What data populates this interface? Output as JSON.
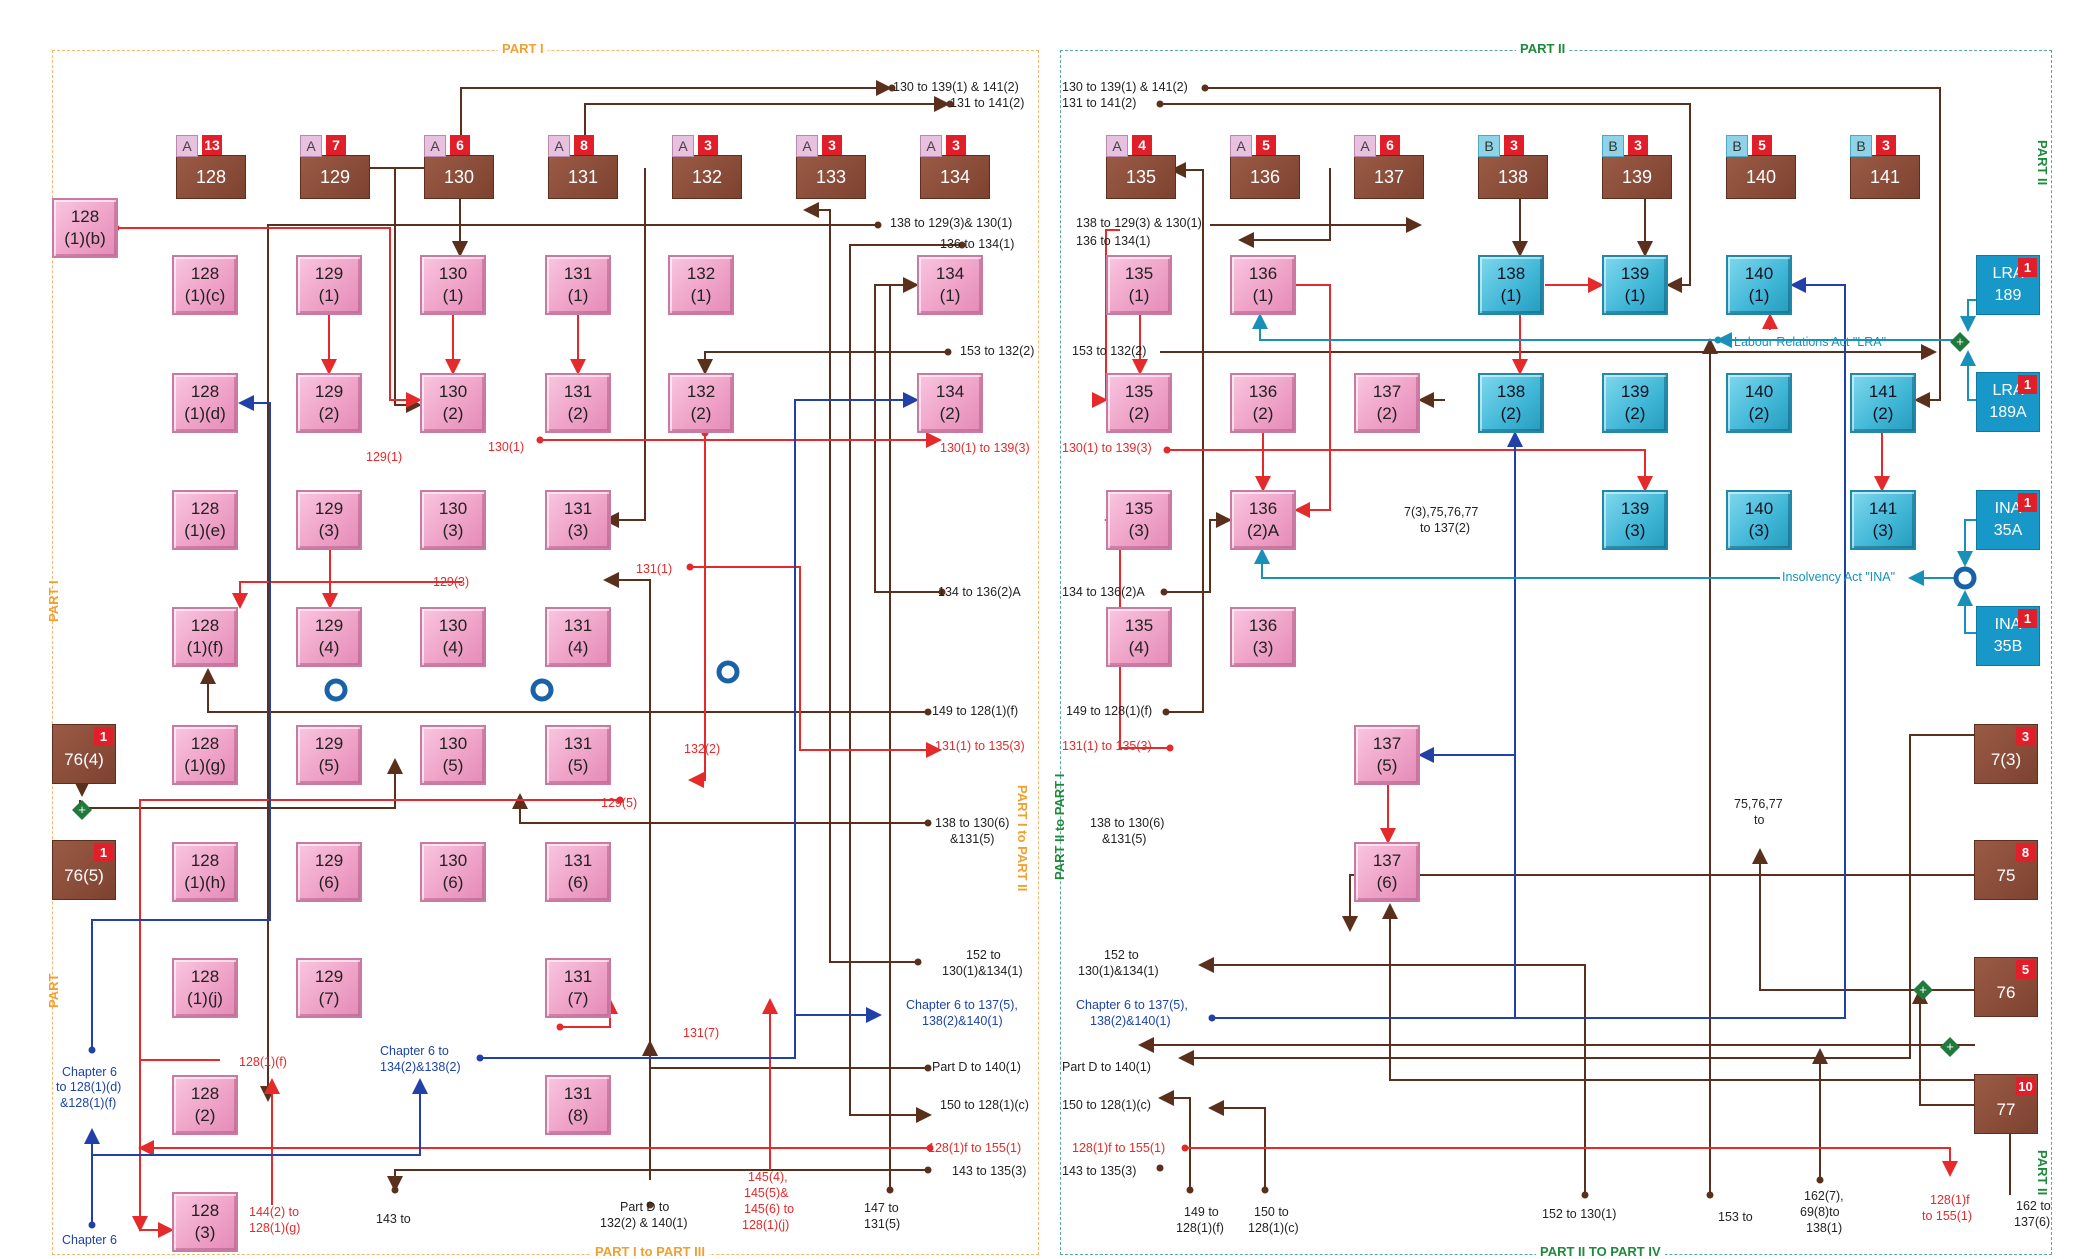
{
  "parts": {
    "part1": "PART I",
    "part2": "PART II",
    "part1_to_part3": "PART I to PART III",
    "part2_to_part4": "PART II TO PART IV",
    "part1_side": "PART I",
    "part_side": "PART",
    "part2_side_top": "PART II",
    "part2_side_bottom": "PART II",
    "part1_to_part2": "PART I to PART II",
    "part2_to_part1": "PART II to PART I"
  },
  "headers": [
    {
      "id": "h128",
      "label": "128",
      "tag": "A",
      "count": "13"
    },
    {
      "id": "h129",
      "label": "129",
      "tag": "A",
      "count": "7"
    },
    {
      "id": "h130",
      "label": "130",
      "tag": "A",
      "count": "6"
    },
    {
      "id": "h131",
      "label": "131",
      "tag": "A",
      "count": "8"
    },
    {
      "id": "h132",
      "label": "132",
      "tag": "A",
      "count": "3"
    },
    {
      "id": "h133",
      "label": "133",
      "tag": "A",
      "count": "3"
    },
    {
      "id": "h134",
      "label": "134",
      "tag": "A",
      "count": "3"
    },
    {
      "id": "h135",
      "label": "135",
      "tag": "A",
      "count": "4"
    },
    {
      "id": "h136",
      "label": "136",
      "tag": "A",
      "count": "5"
    },
    {
      "id": "h137",
      "label": "137",
      "tag": "A",
      "count": "6"
    },
    {
      "id": "h138",
      "label": "138",
      "tag": "B",
      "count": "3"
    },
    {
      "id": "h139",
      "label": "139",
      "tag": "B",
      "count": "3"
    },
    {
      "id": "h140",
      "label": "140",
      "tag": "B",
      "count": "5"
    },
    {
      "id": "h141",
      "label": "141",
      "tag": "B",
      "count": "3"
    }
  ],
  "nodes": [
    {
      "id": "n128_1b",
      "l1": "128",
      "l2": "(1)(b)"
    },
    {
      "id": "n128_1c",
      "l1": "128",
      "l2": "(1)(c)"
    },
    {
      "id": "n128_1d",
      "l1": "128",
      "l2": "(1)(d)"
    },
    {
      "id": "n128_1e",
      "l1": "128",
      "l2": "(1)(e)"
    },
    {
      "id": "n128_1f",
      "l1": "128",
      "l2": "(1)(f)"
    },
    {
      "id": "n128_1g",
      "l1": "128",
      "l2": "(1)(g)"
    },
    {
      "id": "n128_1h",
      "l1": "128",
      "l2": "(1)(h)"
    },
    {
      "id": "n128_1j",
      "l1": "128",
      "l2": "(1)(j)"
    },
    {
      "id": "n128_2",
      "l1": "128",
      "l2": "(2)"
    },
    {
      "id": "n128_3",
      "l1": "128",
      "l2": "(3)"
    },
    {
      "id": "n129_1",
      "l1": "129",
      "l2": "(1)"
    },
    {
      "id": "n129_2",
      "l1": "129",
      "l2": "(2)"
    },
    {
      "id": "n129_3",
      "l1": "129",
      "l2": "(3)"
    },
    {
      "id": "n129_4",
      "l1": "129",
      "l2": "(4)"
    },
    {
      "id": "n129_5",
      "l1": "129",
      "l2": "(5)"
    },
    {
      "id": "n129_6",
      "l1": "129",
      "l2": "(6)"
    },
    {
      "id": "n129_7",
      "l1": "129",
      "l2": "(7)"
    },
    {
      "id": "n130_1",
      "l1": "130",
      "l2": "(1)"
    },
    {
      "id": "n130_2",
      "l1": "130",
      "l2": "(2)"
    },
    {
      "id": "n130_3",
      "l1": "130",
      "l2": "(3)"
    },
    {
      "id": "n130_4",
      "l1": "130",
      "l2": "(4)"
    },
    {
      "id": "n130_5",
      "l1": "130",
      "l2": "(5)"
    },
    {
      "id": "n130_6",
      "l1": "130",
      "l2": "(6)"
    },
    {
      "id": "n131_1",
      "l1": "131",
      "l2": "(1)"
    },
    {
      "id": "n131_2",
      "l1": "131",
      "l2": "(2)"
    },
    {
      "id": "n131_3",
      "l1": "131",
      "l2": "(3)"
    },
    {
      "id": "n131_4",
      "l1": "131",
      "l2": "(4)"
    },
    {
      "id": "n131_5",
      "l1": "131",
      "l2": "(5)"
    },
    {
      "id": "n131_6",
      "l1": "131",
      "l2": "(6)"
    },
    {
      "id": "n131_7",
      "l1": "131",
      "l2": "(7)"
    },
    {
      "id": "n131_8",
      "l1": "131",
      "l2": "(8)"
    },
    {
      "id": "n132_1",
      "l1": "132",
      "l2": "(1)"
    },
    {
      "id": "n132_2",
      "l1": "132",
      "l2": "(2)"
    },
    {
      "id": "n134_1",
      "l1": "134",
      "l2": "(1)"
    },
    {
      "id": "n134_2",
      "l1": "134",
      "l2": "(2)"
    },
    {
      "id": "n135_1",
      "l1": "135",
      "l2": "(1)"
    },
    {
      "id": "n135_2",
      "l1": "135",
      "l2": "(2)"
    },
    {
      "id": "n135_3",
      "l1": "135",
      "l2": "(3)"
    },
    {
      "id": "n135_4",
      "l1": "135",
      "l2": "(4)"
    },
    {
      "id": "n136_1",
      "l1": "136",
      "l2": "(1)"
    },
    {
      "id": "n136_2",
      "l1": "136",
      "l2": "(2)"
    },
    {
      "id": "n136_2A",
      "l1": "136",
      "l2": "(2)A"
    },
    {
      "id": "n136_3",
      "l1": "136",
      "l2": "(3)"
    },
    {
      "id": "n137_2",
      "l1": "137",
      "l2": "(2)"
    },
    {
      "id": "n137_5",
      "l1": "137",
      "l2": "(5)"
    },
    {
      "id": "n137_6",
      "l1": "137",
      "l2": "(6)"
    },
    {
      "id": "n138_1",
      "l1": "138",
      "l2": "(1)"
    },
    {
      "id": "n138_2",
      "l1": "138",
      "l2": "(2)"
    },
    {
      "id": "n139_1",
      "l1": "139",
      "l2": "(1)"
    },
    {
      "id": "n139_2",
      "l1": "139",
      "l2": "(2)"
    },
    {
      "id": "n139_3",
      "l1": "139",
      "l2": "(3)"
    },
    {
      "id": "n140_1",
      "l1": "140",
      "l2": "(1)"
    },
    {
      "id": "n140_2",
      "l1": "140",
      "l2": "(2)"
    },
    {
      "id": "n140_3",
      "l1": "140",
      "l2": "(3)"
    },
    {
      "id": "n141_2",
      "l1": "141",
      "l2": "(2)"
    },
    {
      "id": "n141_3",
      "l1": "141",
      "l2": "(3)"
    }
  ],
  "external": [
    {
      "id": "x76_4",
      "label": "76(4)",
      "count": "1"
    },
    {
      "id": "x76_5",
      "label": "76(5)",
      "count": "1"
    },
    {
      "id": "xLRA189",
      "l1": "LRA",
      "l2": "189",
      "count": "1"
    },
    {
      "id": "xLRA189A",
      "l1": "LRA",
      "l2": "189A",
      "count": "1"
    },
    {
      "id": "xINA35A",
      "l1": "INA",
      "l2": "35A",
      "count": "1"
    },
    {
      "id": "xINA35B",
      "l1": "INA",
      "l2": "35B",
      "count": "1"
    },
    {
      "id": "x7_3",
      "label": "7(3)",
      "count": "3"
    },
    {
      "id": "x75",
      "label": "75",
      "count": "8"
    },
    {
      "id": "x76",
      "label": "76",
      "count": "5"
    },
    {
      "id": "x77",
      "label": "77",
      "count": "10"
    }
  ],
  "notes": [
    {
      "id": "t01",
      "text": "130 to 139(1) & 141(2)",
      "color": "dark"
    },
    {
      "id": "t02",
      "text": "131 to 141(2)",
      "color": "dark"
    },
    {
      "id": "t03",
      "text": "138 to 129(3)& 130(1)",
      "color": "dark"
    },
    {
      "id": "t04",
      "text": "136 to 134(1)",
      "color": "dark"
    },
    {
      "id": "t05",
      "text": "153 to 132(2)",
      "color": "dark"
    },
    {
      "id": "t06",
      "text": "130(1) to 139(3)",
      "color": "red"
    },
    {
      "id": "t07",
      "text": "134 to 136(2)A",
      "color": "dark"
    },
    {
      "id": "t08",
      "text": "149 to 128(1)(f)",
      "color": "dark"
    },
    {
      "id": "t09",
      "text": "131(1) to 135(3)",
      "color": "red"
    },
    {
      "id": "t10",
      "text": "138 to 130(6)",
      "color": "dark"
    },
    {
      "id": "t10b",
      "text": "&131(5)",
      "color": "dark"
    },
    {
      "id": "t11",
      "text": "152 to",
      "color": "dark"
    },
    {
      "id": "t11b",
      "text": "130(1)&134(1)",
      "color": "dark"
    },
    {
      "id": "t12",
      "text": "Chapter 6 to 137(5),",
      "color": "blue"
    },
    {
      "id": "t12b",
      "text": "138(2)&140(1)",
      "color": "blue"
    },
    {
      "id": "t13",
      "text": "Part D to 140(1)",
      "color": "dark"
    },
    {
      "id": "t14",
      "text": "150 to 128(1)(c)",
      "color": "dark"
    },
    {
      "id": "t15",
      "text": "128(1)f to 155(1)",
      "color": "red"
    },
    {
      "id": "t16",
      "text": "143 to 135(3)",
      "color": "dark"
    },
    {
      "id": "t17",
      "text": "129(1)",
      "color": "red"
    },
    {
      "id": "t18",
      "text": "130(1)",
      "color": "red"
    },
    {
      "id": "t19",
      "text": "129(3)",
      "color": "red"
    },
    {
      "id": "t20",
      "text": "131(1)",
      "color": "red"
    },
    {
      "id": "t21",
      "text": "132(2)",
      "color": "red"
    },
    {
      "id": "t22",
      "text": "129(5)",
      "color": "red"
    },
    {
      "id": "t23",
      "text": "131(7)",
      "color": "red"
    },
    {
      "id": "t24",
      "text": "128(1)(f)",
      "color": "red"
    },
    {
      "id": "t25",
      "text": "Chapter 6  to",
      "color": "blue"
    },
    {
      "id": "t25b",
      "text": "134(2)&138(2)",
      "color": "blue"
    },
    {
      "id": "t26",
      "text": "Chapter 6",
      "color": "blue"
    },
    {
      "id": "t26b",
      "text": "to 128(1)(d)",
      "color": "blue"
    },
    {
      "id": "t26c",
      "text": "&128(1)(f)",
      "color": "blue"
    },
    {
      "id": "t27",
      "text": "Chapter 6",
      "color": "blue"
    },
    {
      "id": "t28",
      "text": "144(2) to",
      "color": "red"
    },
    {
      "id": "t28b",
      "text": "128(1)(g)",
      "color": "red"
    },
    {
      "id": "t29",
      "text": "143 to",
      "color": "dark"
    },
    {
      "id": "t30",
      "text": "Part D to",
      "color": "dark"
    },
    {
      "id": "t30b",
      "text": "132(2) & 140(1)",
      "color": "dark"
    },
    {
      "id": "t31",
      "text": "145(4),",
      "color": "red"
    },
    {
      "id": "t31b",
      "text": "145(5)&",
      "color": "red"
    },
    {
      "id": "t31c",
      "text": "145(6) to",
      "color": "red"
    },
    {
      "id": "t31d",
      "text": "128(1)(j)",
      "color": "red"
    },
    {
      "id": "t32",
      "text": "147 to",
      "color": "dark"
    },
    {
      "id": "t32b",
      "text": "131(5)",
      "color": "dark"
    },
    {
      "id": "r01",
      "text": "130 to 139(1) & 141(2)",
      "color": "dark"
    },
    {
      "id": "r02",
      "text": "131 to 141(2)",
      "color": "dark"
    },
    {
      "id": "r03",
      "text": "138 to 129(3) & 130(1)",
      "color": "dark"
    },
    {
      "id": "r04",
      "text": "136 to 134(1)",
      "color": "dark"
    },
    {
      "id": "r05",
      "text": "153 to 132(2)",
      "color": "dark"
    },
    {
      "id": "r06",
      "text": "130(1) to 139(3)",
      "color": "red"
    },
    {
      "id": "r07",
      "text": "134 to 136(2)A",
      "color": "dark"
    },
    {
      "id": "r08",
      "text": "149 to 128(1)(f)",
      "color": "dark"
    },
    {
      "id": "r09",
      "text": "131(1) to 135(3)",
      "color": "red"
    },
    {
      "id": "r10",
      "text": "138 to 130(6)",
      "color": "dark"
    },
    {
      "id": "r10b",
      "text": "&131(5)",
      "color": "dark"
    },
    {
      "id": "r11",
      "text": "152 to",
      "color": "dark"
    },
    {
      "id": "r11b",
      "text": "130(1)&134(1)",
      "color": "dark"
    },
    {
      "id": "r12",
      "text": "Chapter 6 to 137(5),",
      "color": "blue"
    },
    {
      "id": "r12b",
      "text": "138(2)&140(1)",
      "color": "blue"
    },
    {
      "id": "r13",
      "text": "Part D to 140(1)",
      "color": "dark"
    },
    {
      "id": "r14",
      "text": "150 to 128(1)(c)",
      "color": "dark"
    },
    {
      "id": "r15",
      "text": "128(1)f to  155(1)",
      "color": "red"
    },
    {
      "id": "r16",
      "text": "143 to  135(3)",
      "color": "dark"
    },
    {
      "id": "r17",
      "text": "Labour Relations Act \"LRA\"",
      "color": "teal"
    },
    {
      "id": "r18",
      "text": "Insolvency Act \"INA\"",
      "color": "teal"
    },
    {
      "id": "r19",
      "text": "7(3),75,76,77",
      "color": "dark"
    },
    {
      "id": "r19b",
      "text": "to 137(2)",
      "color": "dark"
    },
    {
      "id": "r20",
      "text": "75,76,77",
      "color": "dark"
    },
    {
      "id": "r20b",
      "text": "to",
      "color": "dark"
    },
    {
      "id": "r21",
      "text": "149 to",
      "color": "dark"
    },
    {
      "id": "r21b",
      "text": "128(1)(f)",
      "color": "dark"
    },
    {
      "id": "r22",
      "text": "150 to",
      "color": "dark"
    },
    {
      "id": "r22b",
      "text": "128(1)(c)",
      "color": "dark"
    },
    {
      "id": "r23",
      "text": "152 to 130(1)",
      "color": "dark"
    },
    {
      "id": "r24",
      "text": "153 to",
      "color": "dark"
    },
    {
      "id": "r25",
      "text": "162(7),",
      "color": "dark"
    },
    {
      "id": "r25b",
      "text": "69(8)to",
      "color": "dark"
    },
    {
      "id": "r25c",
      "text": "138(1)",
      "color": "dark"
    },
    {
      "id": "r26",
      "text": "128(1)f",
      "color": "red"
    },
    {
      "id": "r26b",
      "text": "to 155(1)",
      "color": "red"
    },
    {
      "id": "r27",
      "text": "162 to",
      "color": "dark"
    },
    {
      "id": "r27b",
      "text": "137(6)",
      "color": "dark"
    }
  ],
  "colors": {
    "brown": "#5a2f1c",
    "red": "#e42a2a",
    "blue": "#2140a8",
    "teal": "#1890b8",
    "part1_border": "#f5b66e",
    "part2_border": "#5aa9a0",
    "part1_text": "#f0a030",
    "part2_text": "#1e8a3a"
  }
}
